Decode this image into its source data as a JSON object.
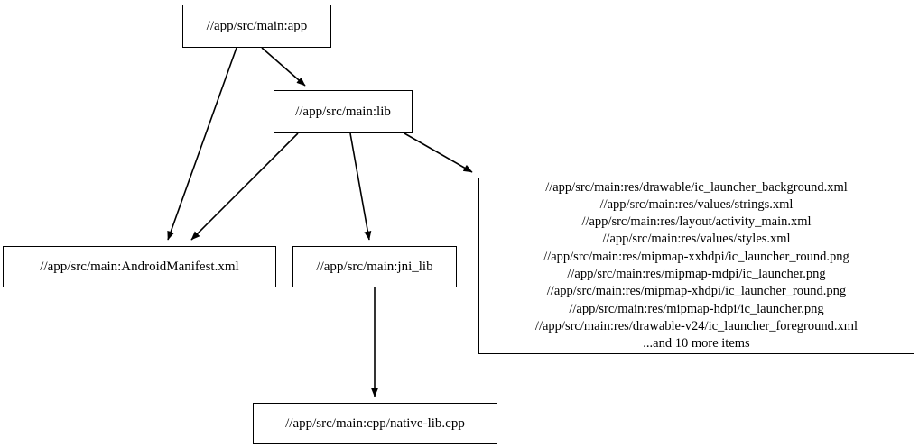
{
  "graph": {
    "type": "directed-dependency-graph",
    "nodes": [
      {
        "id": "app",
        "label": "//app/src/main:app"
      },
      {
        "id": "lib",
        "label": "//app/src/main:lib"
      },
      {
        "id": "manifest",
        "label": "//app/src/main:AndroidManifest.xml"
      },
      {
        "id": "jni_lib",
        "label": "//app/src/main:jni_lib"
      },
      {
        "id": "res",
        "lines": [
          "//app/src/main:res/drawable/ic_launcher_background.xml",
          "//app/src/main:res/values/strings.xml",
          "//app/src/main:res/layout/activity_main.xml",
          "//app/src/main:res/values/styles.xml",
          "//app/src/main:res/mipmap-xxhdpi/ic_launcher_round.png",
          "//app/src/main:res/mipmap-mdpi/ic_launcher.png",
          "//app/src/main:res/mipmap-xhdpi/ic_launcher_round.png",
          "//app/src/main:res/mipmap-hdpi/ic_launcher.png",
          "//app/src/main:res/drawable-v24/ic_launcher_foreground.xml",
          "...and 10 more items"
        ]
      },
      {
        "id": "cpp",
        "label": "//app/src/main:cpp/native-lib.cpp"
      }
    ],
    "edges": [
      {
        "from": "app",
        "to": "lib"
      },
      {
        "from": "app",
        "to": "manifest"
      },
      {
        "from": "lib",
        "to": "manifest"
      },
      {
        "from": "lib",
        "to": "jni_lib"
      },
      {
        "from": "lib",
        "to": "res"
      },
      {
        "from": "jni_lib",
        "to": "cpp"
      }
    ],
    "colors": {
      "node_border": "#000000",
      "node_fill": "#ffffff",
      "edge": "#000000",
      "background": "#ffffff",
      "text": "#000000"
    }
  }
}
